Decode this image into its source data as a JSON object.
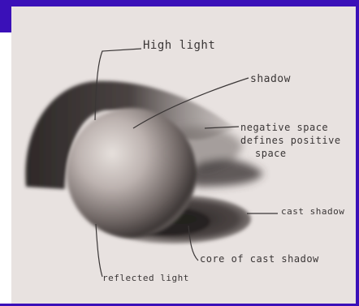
{
  "annotations": {
    "highlight": "High light",
    "shadow": "shadow",
    "negative_space_line1": "negative space",
    "negative_space_line2": "defines positive",
    "negative_space_line3": "space",
    "cast_shadow": "cast shadow",
    "core_of_cast_shadow": "core of cast shadow",
    "reflected_light": "reflected light"
  },
  "colors": {
    "frame": "#3a10b8",
    "paper": "#e8e2e0",
    "graphite": "#3a3636"
  }
}
